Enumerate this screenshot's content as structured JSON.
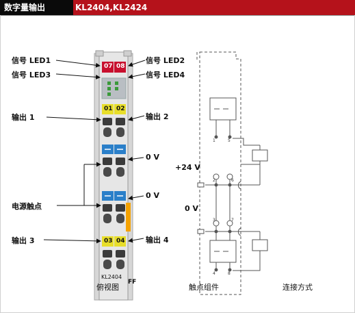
{
  "header": {
    "left_title": "数字量输出",
    "right_title": "KL2404,KL2424"
  },
  "module": {
    "led_top": [
      "07",
      "08"
    ],
    "out_top": [
      "01",
      "02"
    ],
    "out_bottom": [
      "03",
      "04"
    ],
    "model": "KL2404",
    "corner_text": "FF"
  },
  "labels": {
    "led1": "信号 LED1",
    "led2": "信号 LED2",
    "led3": "信号 LED3",
    "led4": "信号 LED4",
    "out1": "输出 1",
    "out2": "输出 2",
    "out3": "输出 3",
    "out4": "输出 4",
    "zero_v_a": "0 V",
    "zero_v_b": "0 V",
    "power_contacts": "电源触点",
    "plus24": "+24 V",
    "zero_v_c": "0 V"
  },
  "captions": {
    "front_view": "俯视图",
    "contact_assembly": "触点组件",
    "connection": "连接方式"
  },
  "colors": {
    "header_black": "#0a0a0a",
    "header_red": "#b5121b",
    "led_red": "#c8102e",
    "led_yellow": "#e8de2a",
    "terminal_blue": "#2a7fc9",
    "orange_tab": "#f5a200"
  }
}
